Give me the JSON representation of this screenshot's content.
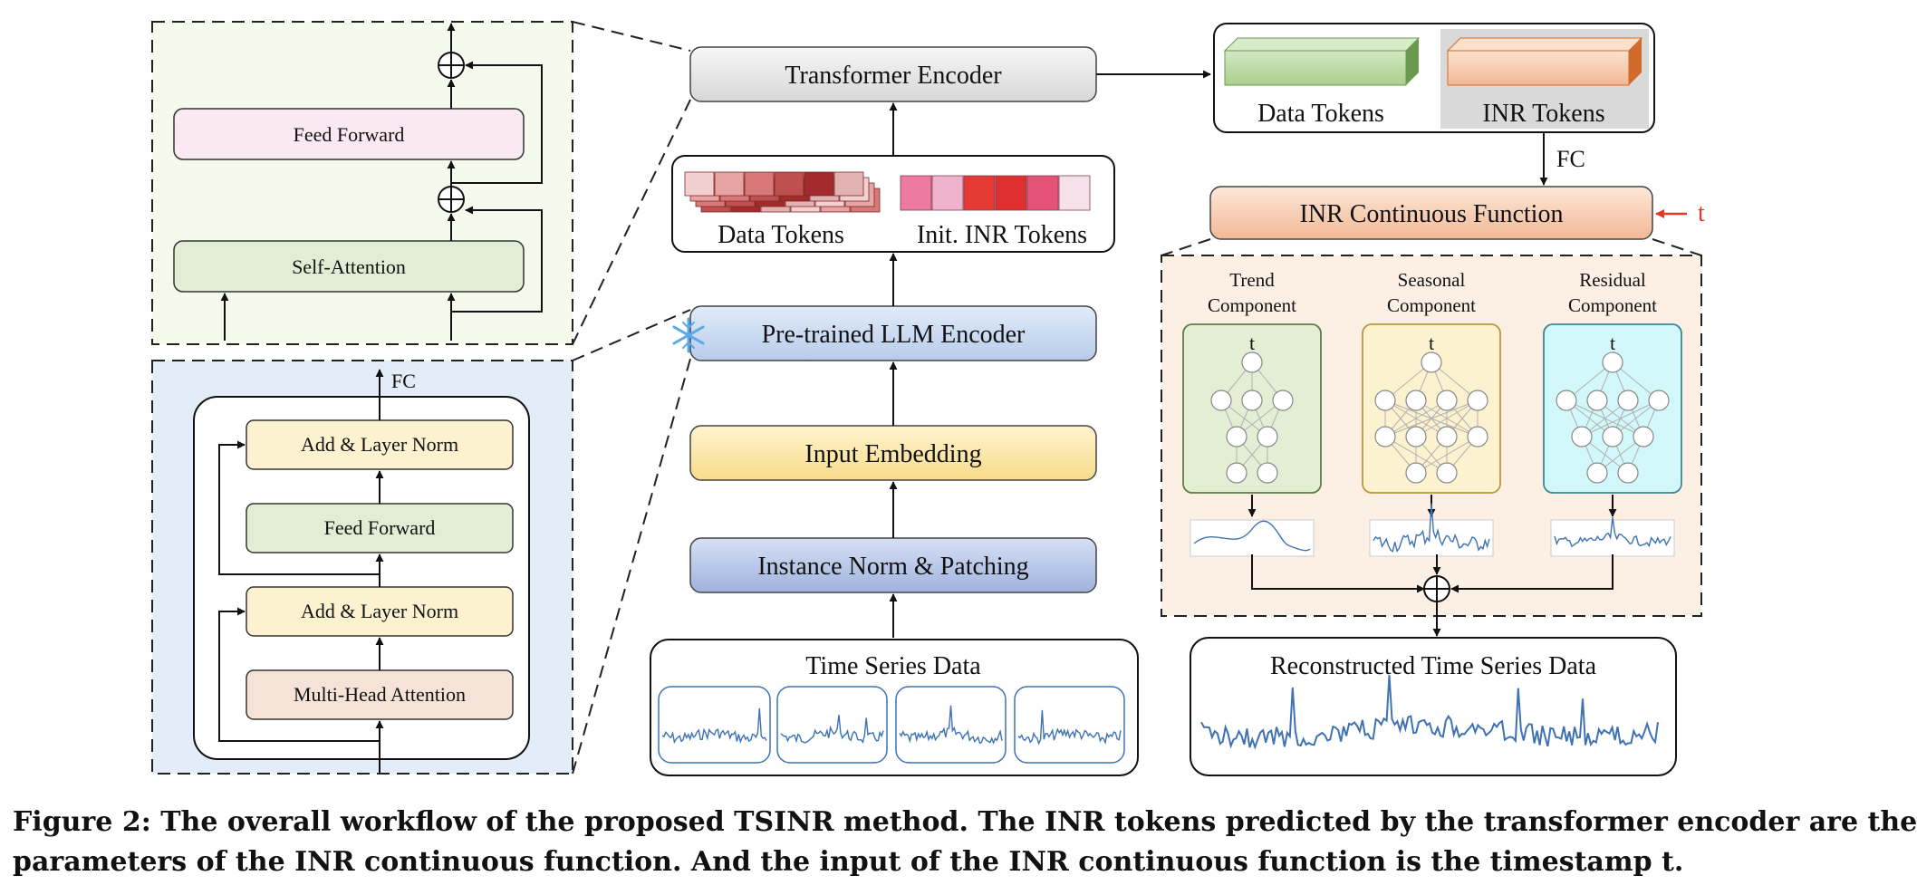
{
  "transformer_detail": {
    "feed_forward": "Feed Forward",
    "self_attention": "Self-Attention"
  },
  "llm_detail": {
    "fc": "FC",
    "add_norm_top": "Add & Layer Norm",
    "feed_forward": "Feed Forward",
    "add_norm_bottom": "Add & Layer Norm",
    "multi_head_attention": "Multi-Head Attention"
  },
  "pipeline": {
    "transformer_encoder": "Transformer Encoder",
    "data_tokens": "Data Tokens",
    "init_inr_tokens": "Init. INR Tokens",
    "llm_encoder": "Pre-trained LLM Encoder",
    "input_embedding": "Input Embedding",
    "instance_norm": "Instance Norm & Patching",
    "time_series_data": "Time Series Data"
  },
  "output": {
    "data_tokens": "Data Tokens",
    "inr_tokens": "INR Tokens",
    "fc": "FC",
    "inr_function": "INR Continuous Function",
    "t_input": "t",
    "components": [
      {
        "line1": "Trend",
        "line2": "Component",
        "node": "t"
      },
      {
        "line1": "Seasonal",
        "line2": "Component",
        "node": "t"
      },
      {
        "line1": "Residual",
        "line2": "Component",
        "node": "t"
      }
    ],
    "reconstructed": "Reconstructed Time Series Data"
  },
  "icons": {
    "frozen": "snowflake-icon",
    "sum": "circled-plus-icon"
  },
  "colors": {
    "transformer_detail_bg": "#f6faec",
    "llm_detail_bg": "#e3edfa",
    "feed_forward_pink": "#fbe9f1",
    "self_attention_green": "#e1eed5",
    "add_norm_yellow": "#fdf2cf",
    "mha_peach": "#f6e3d7",
    "inr_panel_bg": "#fcefe3",
    "trend_green": "#e3eed5",
    "seasonal_yellow": "#fdf2cf",
    "residual_cyan": "#d2f8fb",
    "series_blue": "#3e72b3",
    "t_arrow_red": "#e23b2a"
  },
  "caption": {
    "line1": "Figure 2: The overall workflow of the proposed TSINR method. The INR tokens predicted by the transformer encoder are the",
    "line2": "parameters of the INR continuous function. And the input of the INR continuous function is the timestamp t."
  }
}
